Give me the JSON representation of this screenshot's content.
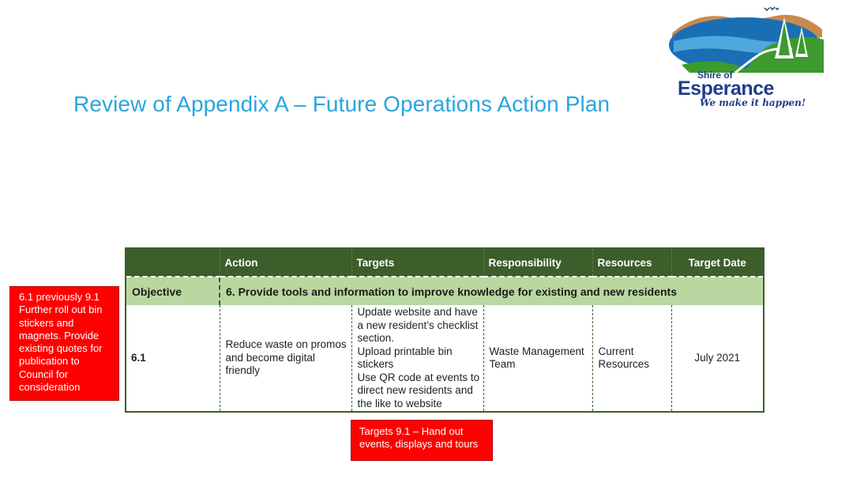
{
  "title": "Review of Appendix A – Future Operations Action Plan",
  "logo": {
    "line1": "Shire of",
    "line2": "Esperance",
    "motto": "We make it happen!"
  },
  "table": {
    "headers": [
      "",
      "Action",
      "Targets",
      "Responsibility",
      "Resources",
      "Target Date"
    ],
    "objective": {
      "label": "Objective",
      "text": "6. Provide tools and information to improve knowledge for existing and new residents"
    },
    "row": {
      "id": "6.1",
      "action": " Reduce waste on promos and become digital friendly",
      "targets": [
        "Update website and have a new resident’s checklist section.",
        "Upload printable bin stickers",
        "Use QR code at events to direct new residents and the like to website"
      ],
      "responsibility": "Waste Management Team",
      "resources": "Current Resources",
      "target_date": "July 2021"
    }
  },
  "notes": {
    "left": "6.1 previously 9.1 Further roll out bin stickers and magnets. Provide existing quotes for publication  to Council  for consideration",
    "bottom": "Targets 9.1 – Hand out events, displays and tours"
  },
  "colors": {
    "title": "#2aa5de",
    "header_bg": "#3b5e2b",
    "objective_bg": "#b9d7a0",
    "note_bg": "#ff0000",
    "logo_blue": "#1e3c8c"
  }
}
